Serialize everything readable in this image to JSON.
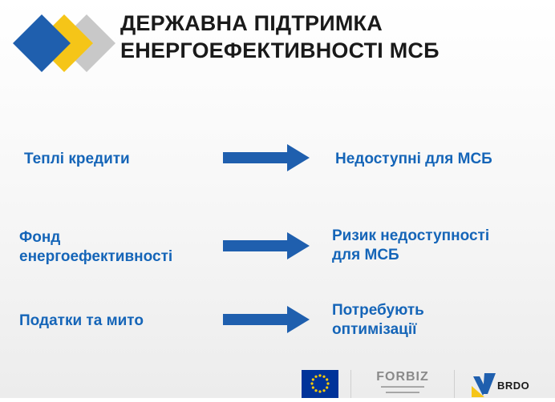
{
  "title": {
    "line1": "ДЕРЖАВНА ПІДТРИМКА",
    "line2": "ЕНЕРГОЕФЕКТИВНОСТІ МСБ"
  },
  "rows": [
    {
      "left_line1": "Теплі кредити",
      "left_line2": "",
      "right_line1": "Недоступні для МСБ",
      "right_line2": ""
    },
    {
      "left_line1": "Фонд",
      "left_line2": "енергоефективності",
      "right_line1": "Ризик недоступності",
      "right_line2": "для МСБ"
    },
    {
      "left_line1": "Податки та мито",
      "left_line2": "",
      "right_line1": "Потребують",
      "right_line2": "оптимізації"
    }
  ],
  "footer": {
    "forbiz_name": "FORBIZ",
    "brdo_name": "BRDO"
  },
  "icons": {
    "logo": "diamond-logo-icon",
    "arrow": "arrow-right-icon",
    "eu": "eu-flag-icon",
    "brdo": "brdo-logo-icon"
  },
  "colors": {
    "accent_blue": "#1565b8",
    "diamond_blue": "#1f5fae",
    "diamond_yellow": "#f5c518",
    "diamond_gray": "#c8c8c8",
    "arrow_blue": "#1f5fae",
    "eu_blue": "#003399",
    "eu_star": "#ffcc00"
  }
}
